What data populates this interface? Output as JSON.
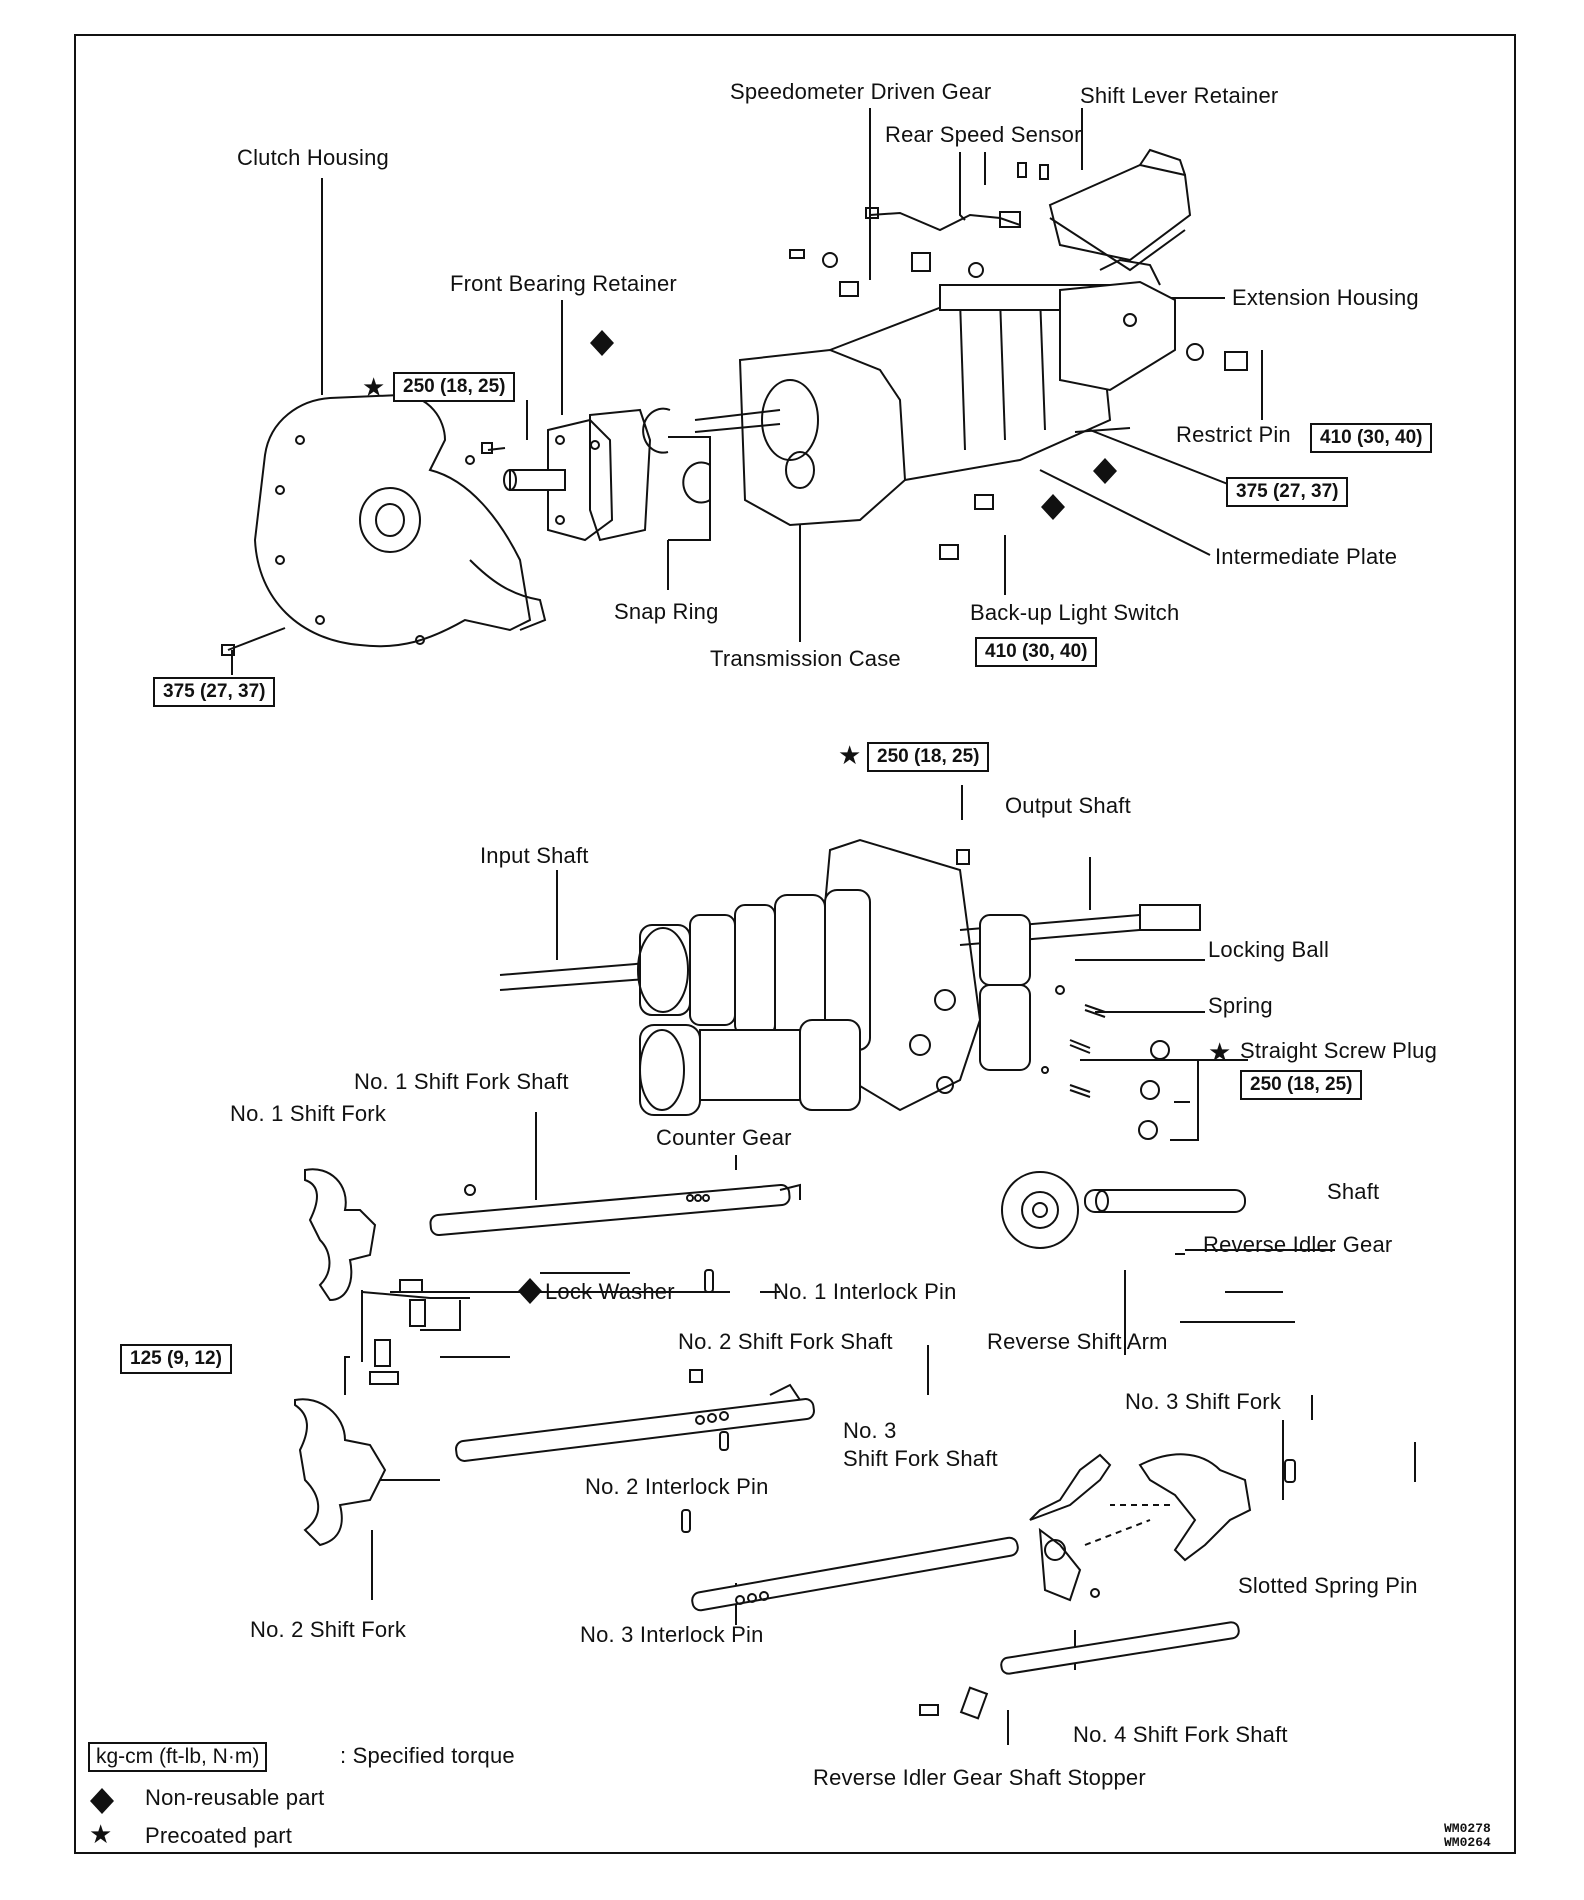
{
  "labels": {
    "speedometer_driven_gear": "Speedometer Driven Gear",
    "shift_lever_retainer": "Shift Lever Retainer",
    "rear_speed_sensor": "Rear Speed Sensor",
    "clutch_housing": "Clutch Housing",
    "front_bearing_retainer": "Front Bearing Retainer",
    "extension_housing": "Extension Housing",
    "restrict_pin": "Restrict Pin",
    "intermediate_plate": "Intermediate Plate",
    "snap_ring": "Snap Ring",
    "back_up_light_switch": "Back-up Light Switch",
    "transmission_case": "Transmission Case",
    "output_shaft": "Output Shaft",
    "input_shaft": "Input Shaft",
    "locking_ball": "Locking Ball",
    "spring": "Spring",
    "straight_screw_plug": "Straight Screw Plug",
    "no1_shift_fork_shaft": "No. 1 Shift Fork Shaft",
    "no1_shift_fork": "No. 1 Shift Fork",
    "counter_gear": "Counter Gear",
    "shaft": "Shaft",
    "reverse_idler_gear": "Reverse Idler Gear",
    "lock_washer": "Lock Washer",
    "no1_interlock_pin": "No. 1 Interlock Pin",
    "no2_shift_fork_shaft": "No. 2 Shift Fork Shaft",
    "reverse_shift_arm": "Reverse Shift Arm",
    "no3_shift_fork": "No. 3 Shift Fork",
    "no3_shift_fork_shaft_line1": "No. 3",
    "no3_shift_fork_shaft_line2": "Shift Fork Shaft",
    "no2_interlock_pin": "No. 2 Interlock Pin",
    "slotted_spring_pin": "Slotted Spring Pin",
    "no2_shift_fork": "No. 2 Shift Fork",
    "no3_interlock_pin": "No. 3 Interlock Pin",
    "no4_shift_fork_shaft": "No. 4 Shift Fork Shaft",
    "reverse_idler_gear_shaft_stopper": "Reverse Idler Gear Shaft Stopper"
  },
  "torques": {
    "front_bearing_retainer": "250 (18, 25)",
    "restrict_pin": "410 (30, 40)",
    "intermediate_plate": "375 (27, 37)",
    "back_up_light_switch": "410 (30, 40)",
    "clutch_housing": "375 (27, 37)",
    "output_shaft": "250 (18, 25)",
    "straight_screw_plug": "250 (18, 25)",
    "lock_washer_bolts": "125 (9, 12)"
  },
  "symbols": {
    "star": "★",
    "diamond": "◆"
  },
  "legend": {
    "unit_box": "kg-cm (ft-lb, N·m)",
    "unit_text": ": Specified torque",
    "non_reusable": "Non-reusable part",
    "precoated": "Precoated part"
  },
  "codes": {
    "code1": "WM0278",
    "code2": "WM0264"
  }
}
